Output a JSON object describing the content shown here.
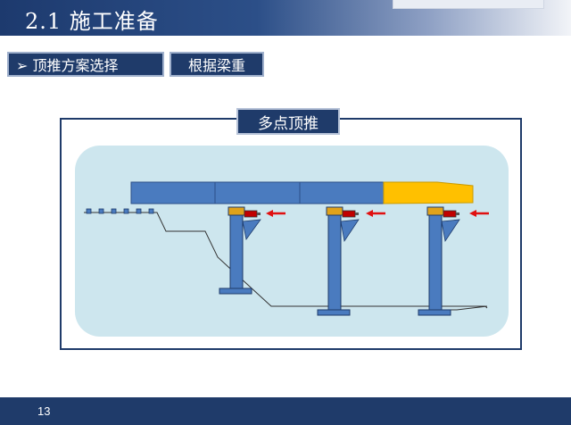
{
  "header": {
    "title": "2.1 施工准备"
  },
  "nav": {
    "main_label": "➢ 顶推方案选择",
    "sub_label": "根据梁重"
  },
  "figure": {
    "caption": "多点顶推"
  },
  "colors": {
    "navy": "#1f3b6a",
    "girder": "#4a7bbf",
    "nose": "#ffc000",
    "pier": "#4a7bbf",
    "bearing": "#e0a21a",
    "jack": "#c00000",
    "arrow": "#e01010",
    "backdrop": "#cde6ee"
  },
  "icons": {
    "bullet": "triangle-bullet-icon",
    "arrow": "push-arrow-icon",
    "jack": "jack-icon"
  },
  "footer": {
    "page_number": "13"
  }
}
